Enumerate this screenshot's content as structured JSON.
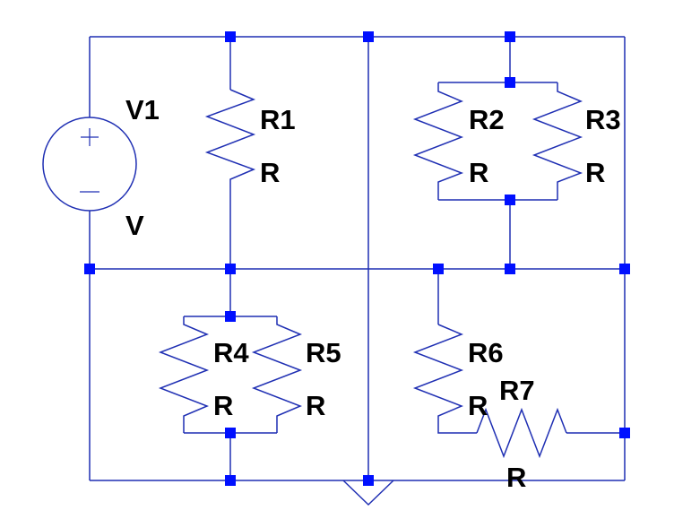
{
  "components": {
    "V1": {
      "name": "V1",
      "value": "V"
    },
    "R1": {
      "name": "R1",
      "value": "R"
    },
    "R2": {
      "name": "R2",
      "value": "R"
    },
    "R3": {
      "name": "R3",
      "value": "R"
    },
    "R4": {
      "name": "R4",
      "value": "R"
    },
    "R5": {
      "name": "R5",
      "value": "R"
    },
    "R6": {
      "name": "R6",
      "value": "R"
    },
    "R7": {
      "name": "R7",
      "value": "R"
    }
  },
  "colors": {
    "wire": "#1f2fb3",
    "junction": "#0010ff",
    "text": "#000000"
  },
  "icons": [
    "voltage-source-icon",
    "resistor-icon",
    "ground-icon",
    "junction-icon"
  ]
}
